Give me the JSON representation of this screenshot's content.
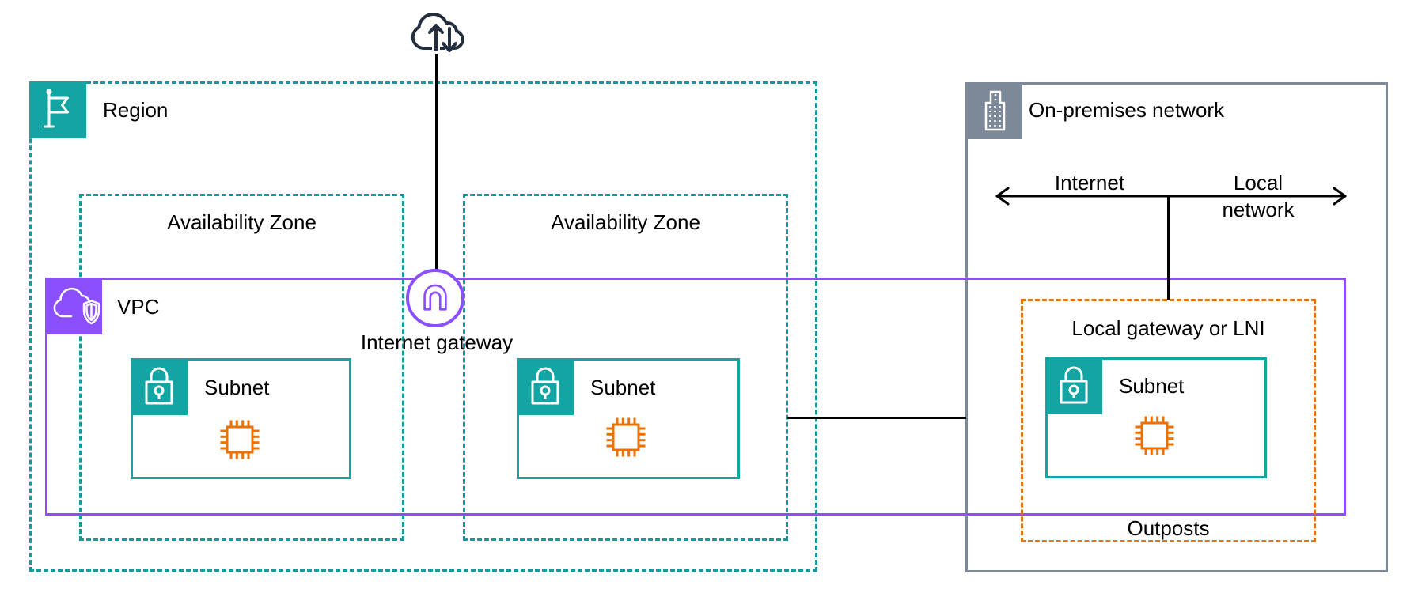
{
  "colors": {
    "teal": "#149A9E",
    "teal-fill": "#12A5A3",
    "purple": "#8C4FFF",
    "orange": "#E0761A",
    "chip-orange": "#ED7100",
    "gray": "#7D8998",
    "dark": "#232F3E",
    "black": "#000000"
  },
  "region": {
    "label": "Region"
  },
  "on_premises": {
    "label": "On-premises network"
  },
  "availability_zone_1": {
    "label": "Availability Zone"
  },
  "availability_zone_2": {
    "label": "Availability Zone"
  },
  "vpc": {
    "label": "VPC"
  },
  "internet_gateway": {
    "label": "Internet gateway"
  },
  "subnet_1": {
    "label": "Subnet"
  },
  "subnet_2": {
    "label": "Subnet"
  },
  "subnet_3": {
    "label": "Subnet"
  },
  "outposts": {
    "label": "Outposts",
    "local_gateway_label": "Local gateway or LNI"
  },
  "onprem_arrow": {
    "left_label": "Internet",
    "right_label_line1": "Local",
    "right_label_line2": "network"
  }
}
